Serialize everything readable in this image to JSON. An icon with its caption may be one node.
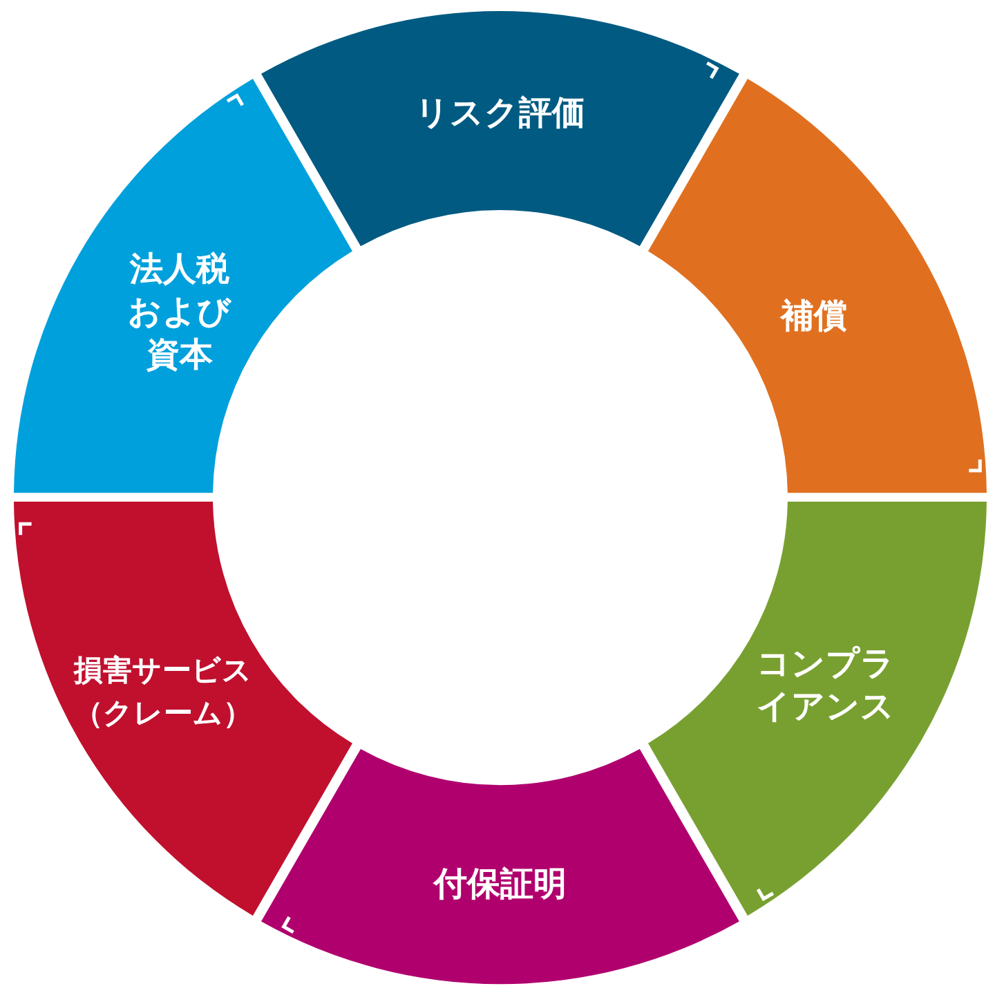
{
  "diagram": {
    "nodes": [
      {
        "text": [
          "リスク評価"
        ]
      },
      {
        "text": [
          "補償"
        ]
      },
      {
        "text": [
          "コンプライアンス"
        ]
      },
      {
        "text": [
          "付保証明"
        ]
      },
      {
        "text": [
          "損害サービス（クレーム）"
        ]
      },
      {
        "text": [
          "法人税および資本"
        ]
      }
    ]
  }
}
